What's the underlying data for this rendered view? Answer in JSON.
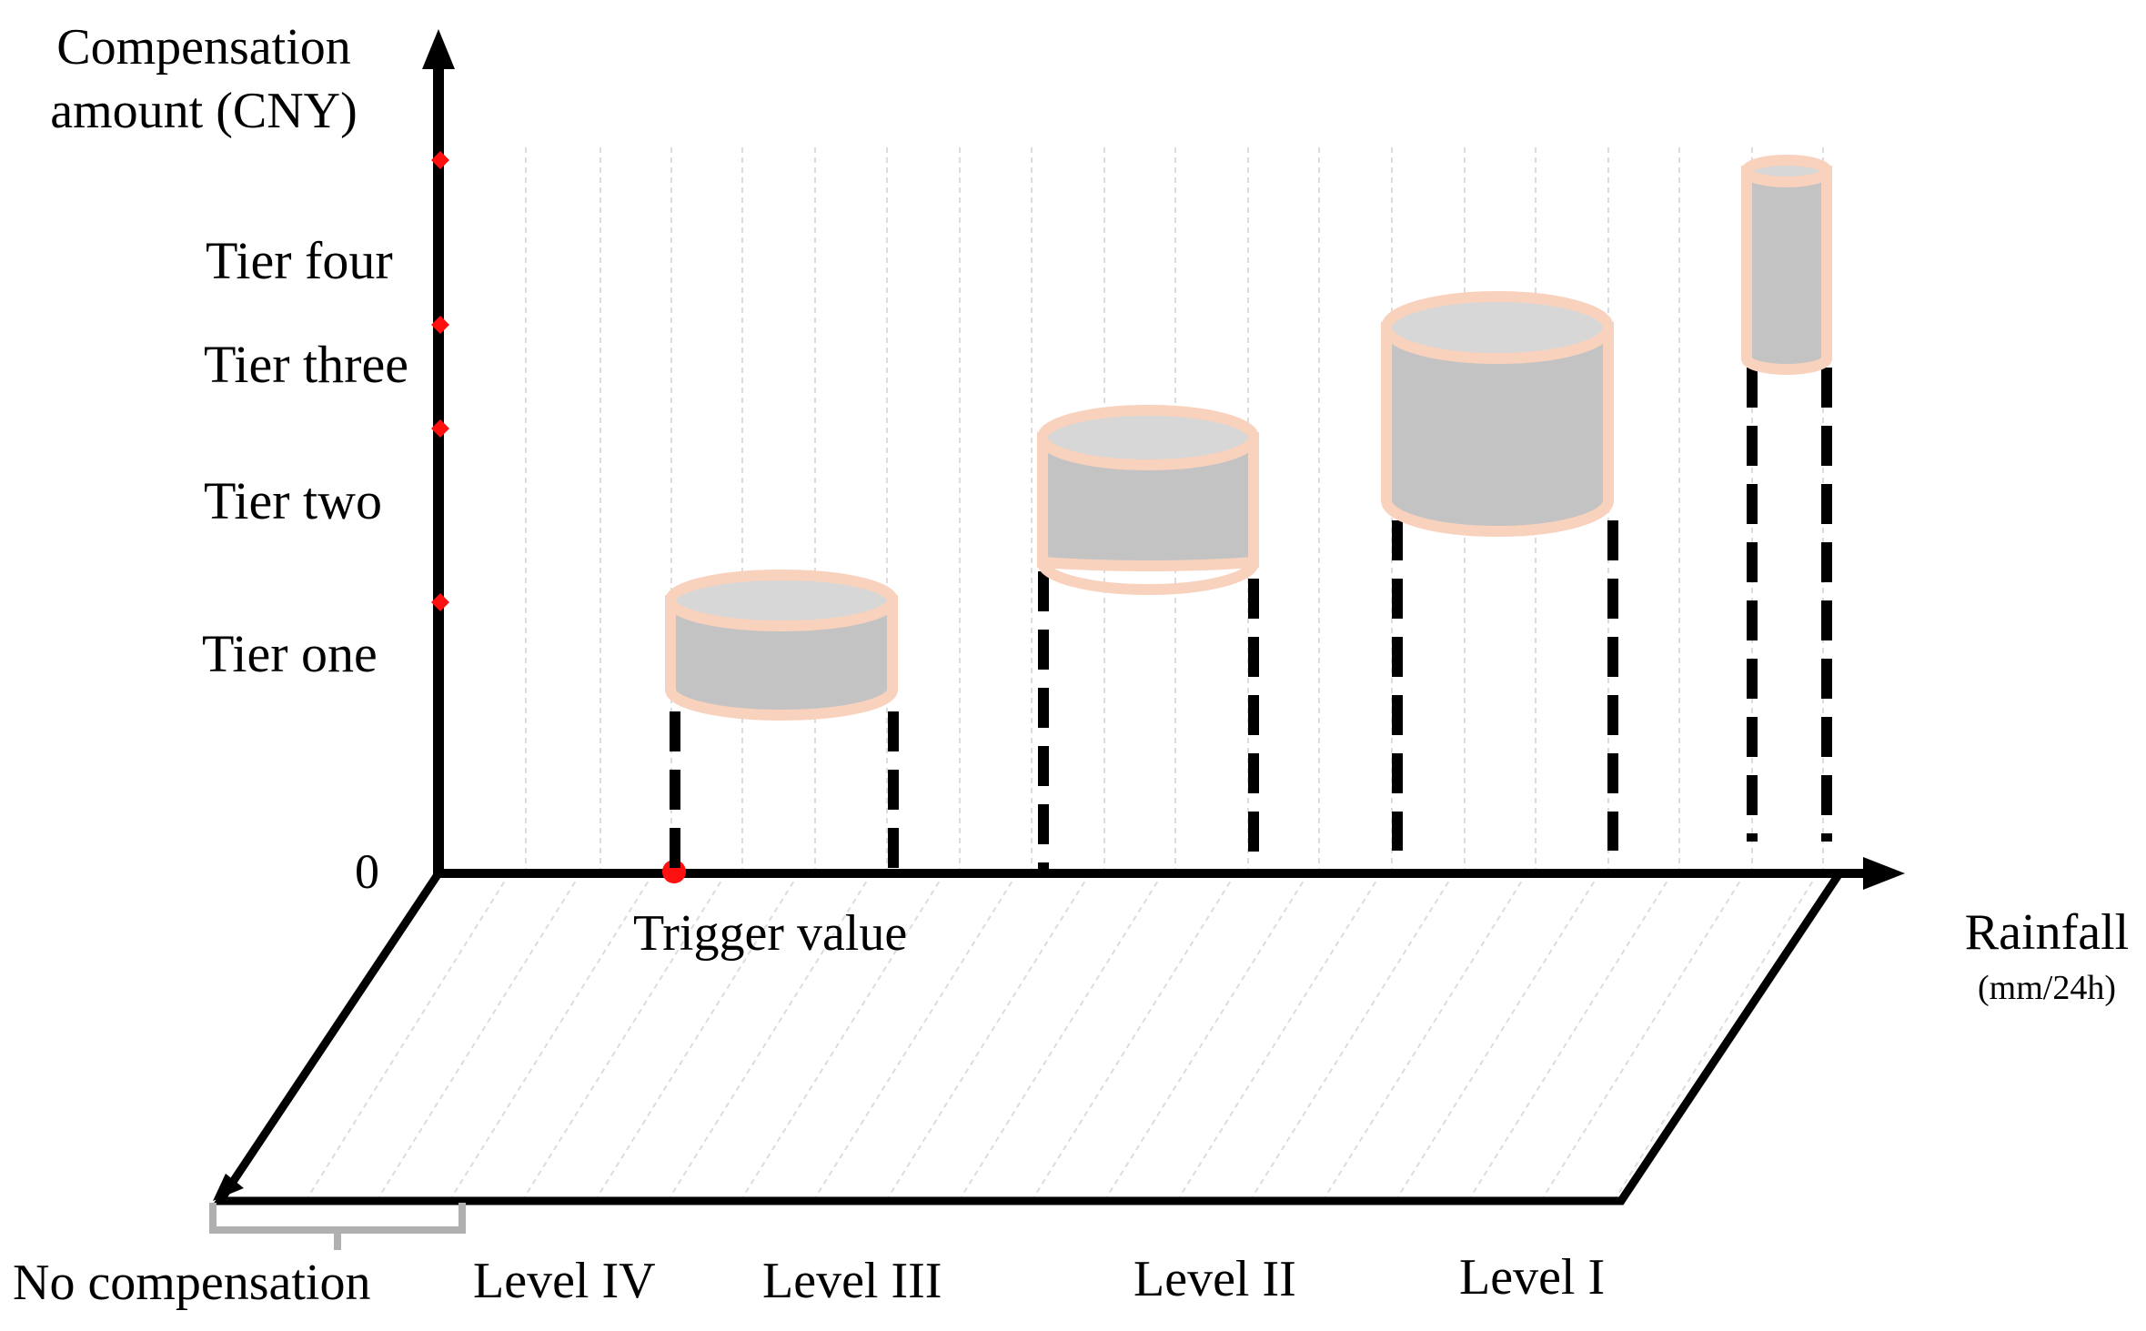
{
  "axes": {
    "y_title_line1": "Compensation",
    "y_title_line2": "amount (CNY)",
    "x_title": "Rainfall",
    "x_unit": "(mm/24h)",
    "origin": "0"
  },
  "tiers": [
    "Tier one",
    "Tier two",
    "Tier three",
    "Tier four"
  ],
  "trigger_label": "Trigger value",
  "levels": [
    "No compensation",
    "Level IV",
    "Level III",
    "Level II",
    "Level I"
  ],
  "colors": {
    "axis": "#000000",
    "guide_line": "#e8141a",
    "guide_line_dark": "#a01014",
    "cylinder_fill": "#c3c3c3",
    "cylinder_rim": "#f8d2bd",
    "grid": "#d9d9d9",
    "bracket": "#b0b0b0"
  }
}
